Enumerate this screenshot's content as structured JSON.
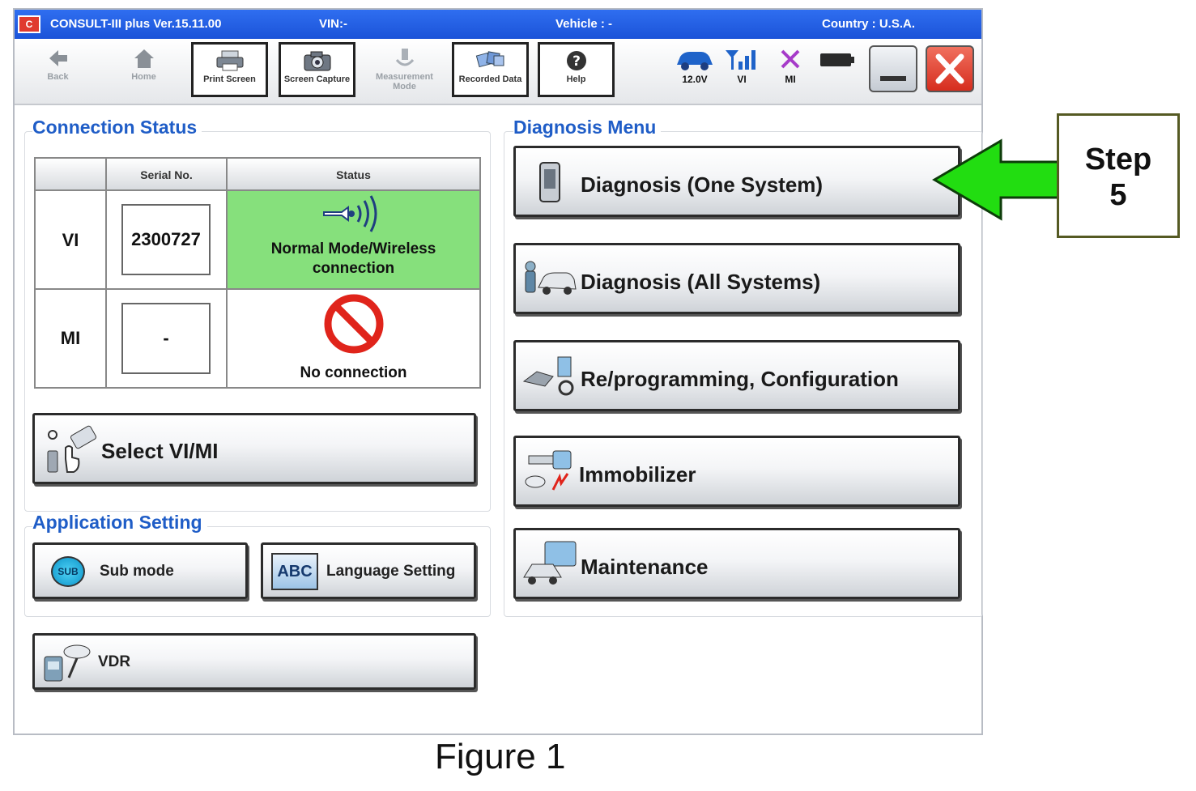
{
  "window": {
    "app_title": "CONSULT-III plus  Ver.15.11.00",
    "vin": "VIN:-",
    "vehicle": "Vehicle : -",
    "country": "Country : U.S.A."
  },
  "toolbar": {
    "back": "Back",
    "home": "Home",
    "print_screen": "Print Screen",
    "screen_capture": "Screen Capture",
    "measurement_mode": "Measurement Mode",
    "recorded_data": "Recorded Data",
    "help": "Help",
    "voltage": "12.0V",
    "vi": "VI",
    "mi": "MI"
  },
  "connection_status": {
    "title": "Connection Status",
    "col_serial": "Serial No.",
    "col_status": "Status",
    "rows": [
      {
        "label": "VI",
        "serial": "2300727",
        "status": "Normal Mode/Wireless connection"
      },
      {
        "label": "MI",
        "serial": "-",
        "status": "No connection"
      }
    ]
  },
  "select_vimi": {
    "label": "Select VI/MI"
  },
  "application_setting": {
    "title": "Application Setting",
    "sub_mode": "Sub mode",
    "sub_icon": "SUB",
    "language_setting": "Language Setting",
    "language_icon": "ABC"
  },
  "vdr": {
    "label": "VDR"
  },
  "diagnosis_menu": {
    "title": "Diagnosis Menu",
    "items": [
      "Diagnosis (One System)",
      "Diagnosis (All Systems)",
      "Re/programming, Configuration",
      "Immobilizer",
      "Maintenance"
    ]
  },
  "annotation": {
    "step_word": "Step",
    "step_number": "5",
    "figure_caption": "Figure 1",
    "arrow_color": "#22dd11"
  },
  "colors": {
    "title_bar": "#1b53d8",
    "section_title": "#1f5dc7",
    "connected_status_bg": "#86e07c",
    "no_connection_icon": "#e0241b"
  }
}
